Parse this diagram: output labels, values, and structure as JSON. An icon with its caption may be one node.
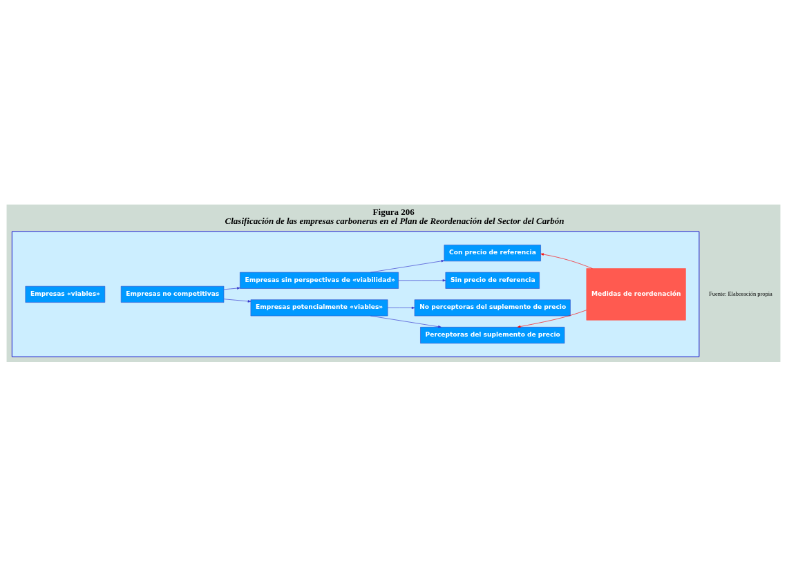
{
  "diagram": {
    "title": "Figura 206",
    "caption": "Clasificación de las empresas carboneras en el Plan de Reordenación del Sector del Carbón",
    "nodes": [
      {
        "text": [],
        "shape": "box"
      },
      {
        "text": [
          "Empresas «viables»"
        ],
        "in": 0
      },
      {
        "text": [
          "Empresas no competitivas"
        ],
        "in": 0
      },
      {
        "text": [
          "Empresas potencialmente «viables»"
        ],
        "in": 0
      },
      {
        "text": [
          "Empresas sin perspectivas de «viabilidad»"
        ],
        "in": 0
      },
      {
        "text": [
          "Perceptoras del suplemento de precio"
        ],
        "in": 0
      },
      {
        "text": [
          "No perceptoras del suplemento de precio"
        ],
        "in": 0
      },
      {
        "text": [
          "Sin precio de referencia"
        ],
        "in": 0
      },
      {
        "text": [
          "Con precio de referencia"
        ],
        "in": 0
      },
      {
        "text": [
          "Medidas de reordenación"
        ],
        "in": 0
      }
    ],
    "edges": [
      {
        "from": 2,
        "to": 3,
        "arrow": "to"
      },
      {
        "from": 2,
        "to": 4,
        "arrow": "to"
      },
      {
        "from": 3,
        "to": 5,
        "arrow": "to"
      },
      {
        "from": 3,
        "to": 6,
        "arrow": "to"
      },
      {
        "from": 4,
        "to": 7,
        "arrow": "to"
      },
      {
        "from": 4,
        "to": 8,
        "arrow": "to"
      },
      {
        "from": 9,
        "to": 5,
        "arrow": "to",
        "color": "#ff0000"
      },
      {
        "from": 9,
        "to": 8,
        "arrow": "to",
        "color": "#ff0000"
      }
    ],
    "labels": [
      "Fuente: Elaboración propia"
    ]
  }
}
